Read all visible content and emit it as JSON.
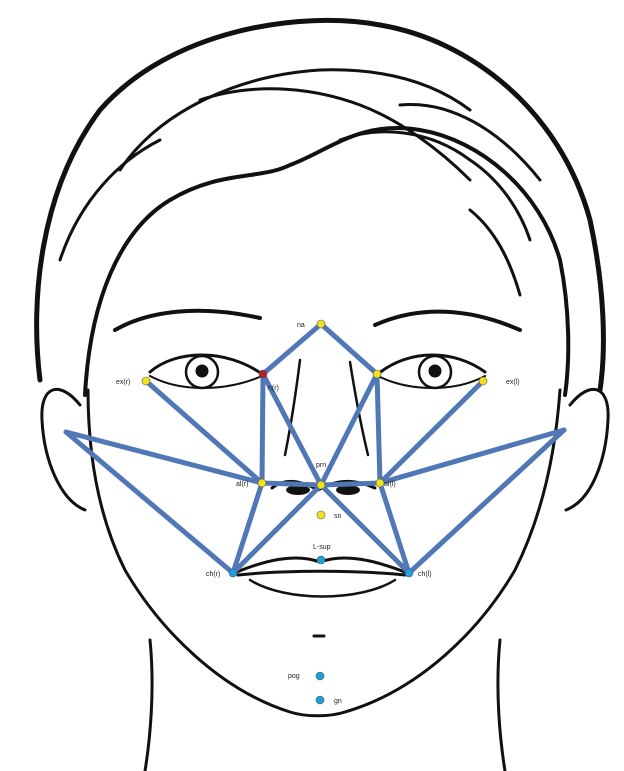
{
  "colors": {
    "edge": "#5077b6",
    "landmark_yellow": "#f2e21a",
    "landmark_cyan": "#1e9fdf",
    "landmark_red": "#b3202a",
    "sketch": "#111111"
  },
  "landmarks": {
    "na": {
      "label": "na"
    },
    "en_r": {
      "label": "n(r)"
    },
    "en_l": {
      "label": ""
    },
    "ex_r": {
      "label": "ex(r)"
    },
    "ex_l": {
      "label": "ex(l)"
    },
    "prn": {
      "label": "prn"
    },
    "al_r": {
      "label": "al(r)"
    },
    "al_l": {
      "label": "al(l)"
    },
    "sn": {
      "label": "sn"
    },
    "l_sup": {
      "label": "L-sup"
    },
    "ch_r": {
      "label": "ch(r)"
    },
    "ch_l": {
      "label": "ch(l)"
    },
    "pog": {
      "label": "pog"
    },
    "gn": {
      "label": "gn"
    }
  }
}
